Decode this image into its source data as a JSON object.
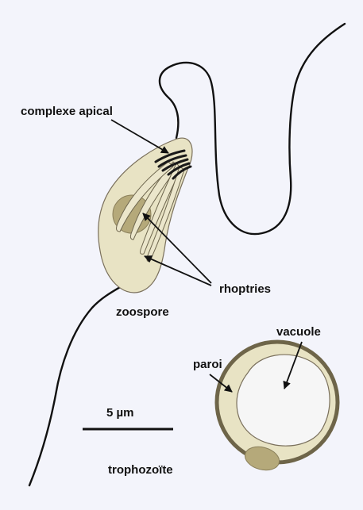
{
  "labels": {
    "complexe_apical": "complexe apical",
    "rhoptries": "rhoptries",
    "zoospore": "zoospore",
    "vacuole": "vacuole",
    "paroi": "paroi",
    "scale_bar": "5 µm",
    "trophozoite": "trophozoïte"
  },
  "colors": {
    "background": "#f3f4fb",
    "cell_fill": "#e8e3c4",
    "nucleus": "#b5a97a",
    "wall": "#6e6549",
    "vacuole": "#f6f6f6",
    "ink": "#111111"
  }
}
